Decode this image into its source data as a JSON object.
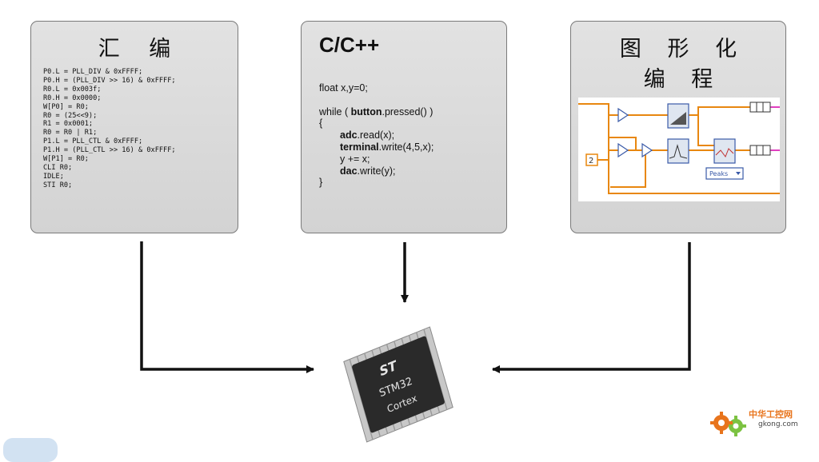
{
  "panels": {
    "assembly": {
      "title": "汇 编",
      "lines": [
        "P0.L = PLL_DIV & 0xFFFF;",
        "P0.H = (PLL_DIV >> 16) & 0xFFFF;",
        "R0.L = 0x003f;",
        "R0.H = 0x0000;",
        "W[P0] = R0;",
        "R0 = (25<<9);",
        "R1 = 0x0001;",
        "R0 = R0 | R1;",
        "P1.L = PLL_CTL & 0xFFFF;",
        "P1.H = (PLL_CTL >> 16) & 0xFFFF;",
        "W[P1] = R0;",
        "CLI R0;",
        "IDLE;",
        "STI R0;"
      ]
    },
    "c_cpp": {
      "title": "C/C++",
      "code": {
        "l1": "float x,y=0;",
        "l3a": "while ( ",
        "l3b": "button",
        "l3c": ".pressed() )",
        "l4": "{",
        "l5a": "adc",
        "l5b": ".read(x);",
        "l6a": "terminal",
        "l6b": ".write(4,5,x);",
        "l7": "y += x;",
        "l8a": "dac",
        "l8b": ".write(y);",
        "l9": "}"
      }
    },
    "graphical": {
      "title_line1": "图 形 化",
      "title_line2": "编 程",
      "const_value": "2",
      "dropdown_label": "Peaks"
    }
  },
  "chip": {
    "brand": "ST",
    "model": "STM32",
    "core": "Cortex"
  },
  "watermark": {
    "name_cn": "中华工控网",
    "domain": "gkong.com"
  },
  "colors": {
    "panel_border": "#7a7a7a",
    "arrow": "#111111",
    "wire_orange": "#e8870f",
    "wire_pink": "#e040c0",
    "lv_block_border": "#3a5aa8",
    "logo_orange": "#e8741c",
    "logo_green": "#7cc242"
  }
}
